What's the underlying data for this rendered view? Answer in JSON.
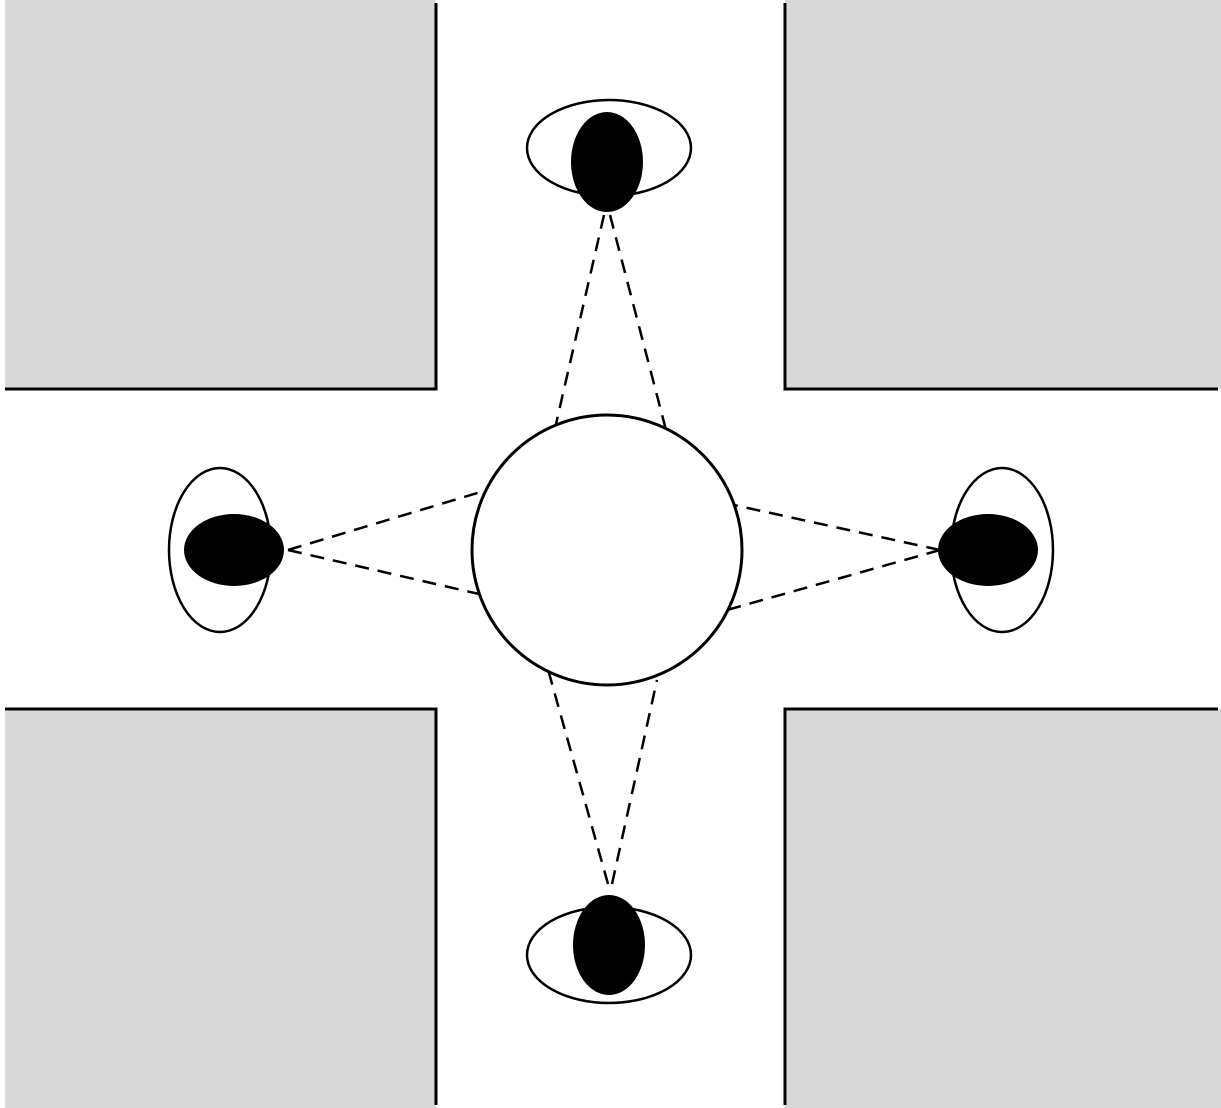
{
  "diagram": {
    "description_free": true,
    "colors": {
      "background": "#ffffff",
      "block_fill": "#d9d9d9",
      "outline": "#000000",
      "pupil": "#000000"
    },
    "blocks": [
      "top-left-block",
      "top-right-block",
      "bottom-left-block",
      "bottom-right-block"
    ],
    "observers": [
      "top",
      "left",
      "right",
      "bottom"
    ],
    "center_object": "circle"
  }
}
